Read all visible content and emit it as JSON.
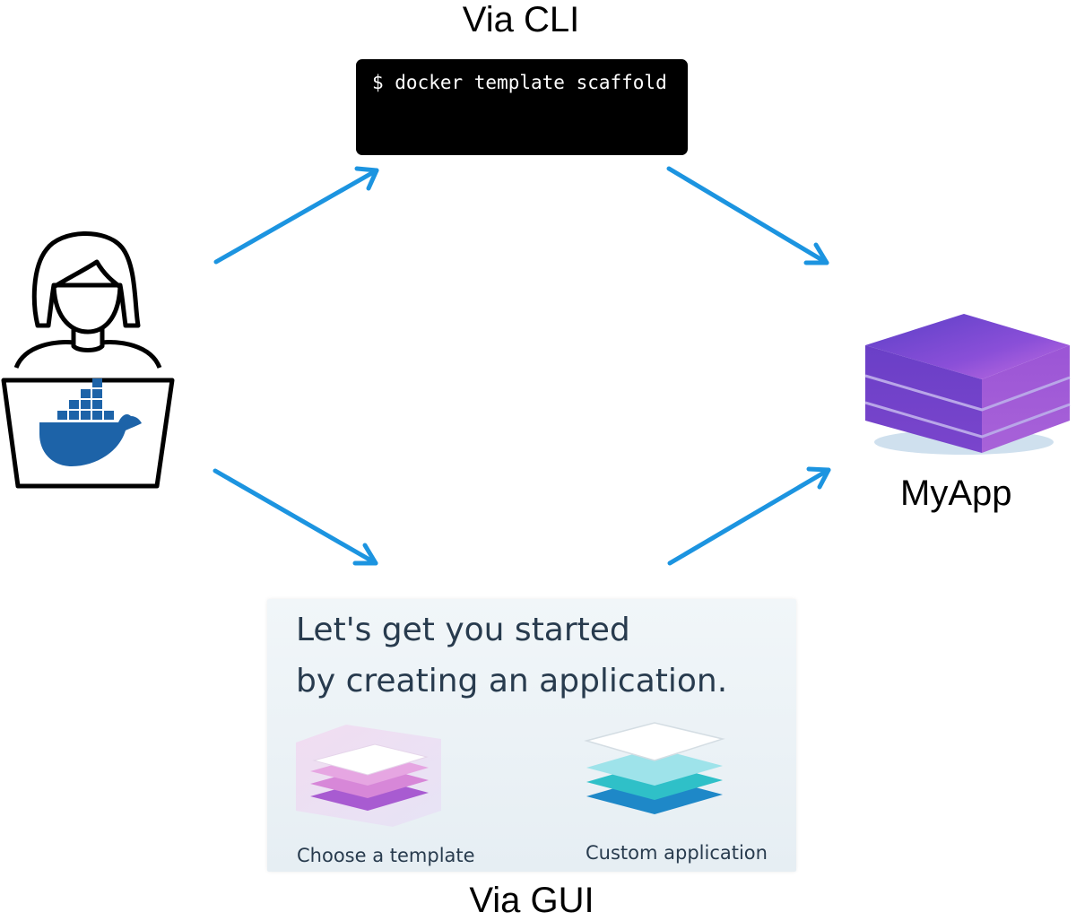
{
  "cli": {
    "title": "Via CLI",
    "command": "$ docker template scaffold"
  },
  "gui": {
    "title": "Via GUI",
    "heading_line1": "Let's get you started",
    "heading_line2": "by creating an application.",
    "option_template": "Choose a template",
    "option_custom": "Custom application"
  },
  "output": {
    "label": "MyApp"
  },
  "colors": {
    "arrow": "#1c94e0",
    "docker_blue": "#1d63a8",
    "app_purple": "#6a3fc7"
  },
  "icons": [
    "developer-icon",
    "docker-whale-icon",
    "app-stack-icon",
    "template-stack-icon",
    "custom-stack-icon"
  ]
}
